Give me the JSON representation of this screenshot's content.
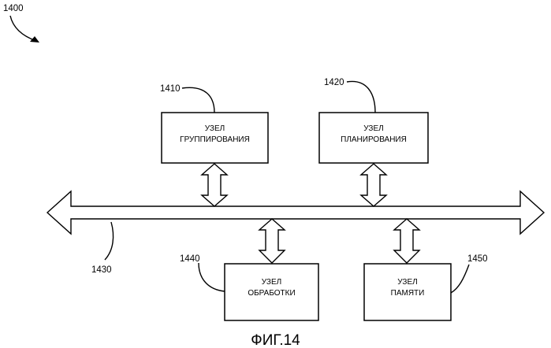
{
  "figure_ref": "1400",
  "bus_ref": "1430",
  "caption": "ФИГ.14",
  "blocks": [
    {
      "ref": "1410",
      "line1": "УЗЕЛ",
      "line2": "ГРУППИРОВАНИЯ"
    },
    {
      "ref": "1420",
      "line1": "УЗЕЛ",
      "line2": "ПЛАНИРОВАНИЯ"
    },
    {
      "ref": "1440",
      "line1": "УЗЕЛ",
      "line2": "ОБРАБОТКИ"
    },
    {
      "ref": "1450",
      "line1": "УЗЕЛ",
      "line2": "ПАМЯТИ"
    }
  ]
}
